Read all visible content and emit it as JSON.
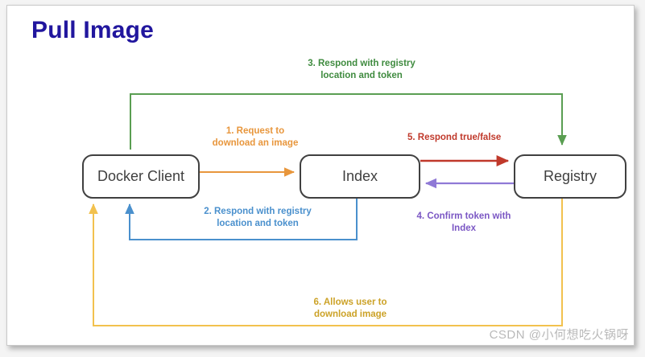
{
  "slide": {
    "title": "Pull Image",
    "title_color": "#21169e",
    "background": "#ffffff"
  },
  "nodes": [
    {
      "id": "docker-client",
      "label": "Docker Client"
    },
    {
      "id": "index",
      "label": "Index"
    },
    {
      "id": "registry",
      "label": "Registry"
    }
  ],
  "steps": [
    {
      "number": "1",
      "label": "1. Request to\ndownload an image",
      "color": "#e8963c",
      "from": "docker-client",
      "to": "index"
    },
    {
      "number": "2",
      "label": "2. Respond with registry\nlocation and token",
      "color": "#4a90cd",
      "from": "index",
      "to": "docker-client"
    },
    {
      "number": "3",
      "label": "3. Respond with registry\nlocation and token",
      "color": "#3f8b3f",
      "from": "docker-client",
      "to": "registry"
    },
    {
      "number": "4",
      "label": "4. Confirm token with\nIndex",
      "color": "#7b57c4",
      "from": "registry",
      "to": "index"
    },
    {
      "number": "5",
      "label": "5. Respond true/false",
      "color": "#c0392b",
      "from": "index",
      "to": "registry"
    },
    {
      "number": "6",
      "label": "6. Allows user to\ndownload image",
      "color": "#cca227",
      "from": "registry",
      "to": "docker-client"
    }
  ],
  "watermark": {
    "text": "CSDN @小何想吃火锅呀",
    "color": "#b9b9b9"
  }
}
